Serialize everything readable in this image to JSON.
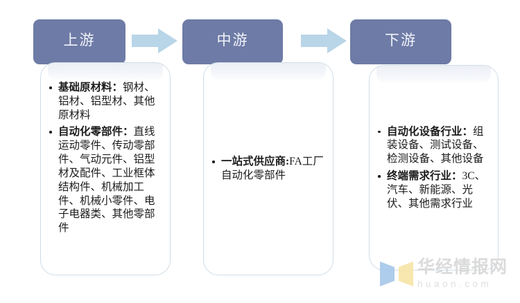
{
  "diagram": {
    "type": "industry-chain-three-stage",
    "colors": {
      "header_fill": "#6e7ba6",
      "header_text": "#f2f4f9",
      "arrow_fill": "#b9d5e8",
      "body_border": "#cfdce6",
      "body_fill": "#ffffff",
      "body_text": "#1c1c1c",
      "watermark_text": "#d8d8d8",
      "watermark_logo_blue": "#a8c8ea",
      "watermark_logo_yellow": "#f7e6a8"
    },
    "stages": [
      {
        "id": "upstream",
        "header": "上游",
        "items": [
          {
            "title": "基础原材料：",
            "detail": "钢材、铝材、铝型材、其他原材料"
          },
          {
            "title": "自动化零部件：",
            "detail": "直线运动零件、传动零部件、气动元件、铝型材及配件、工业框体结构件、机械加工件、机械小零件、电子电器类、其他零部件"
          }
        ]
      },
      {
        "id": "midstream",
        "header": "中游",
        "items": [
          {
            "title": "一站式供应商:",
            "detail": "FA工厂自动化零部件"
          }
        ]
      },
      {
        "id": "downstream",
        "header": "下游",
        "items": [
          {
            "title": "自动化设备行业：",
            "detail": "组装设备、测试设备、检测设备、其他设备"
          },
          {
            "title": "终端需求行业：",
            "detail": "3C、汽车、新能源、光伏、其他需求行业"
          }
        ]
      }
    ],
    "arrows": [
      {
        "id": "arrow-upstream-to-midstream",
        "direction": "right"
      },
      {
        "id": "arrow-midstream-to-downstream",
        "direction": "right"
      }
    ]
  },
  "watermark": {
    "logo_name": "huaon-logo",
    "chinese": "华经情报网",
    "english": "huaon.com"
  }
}
